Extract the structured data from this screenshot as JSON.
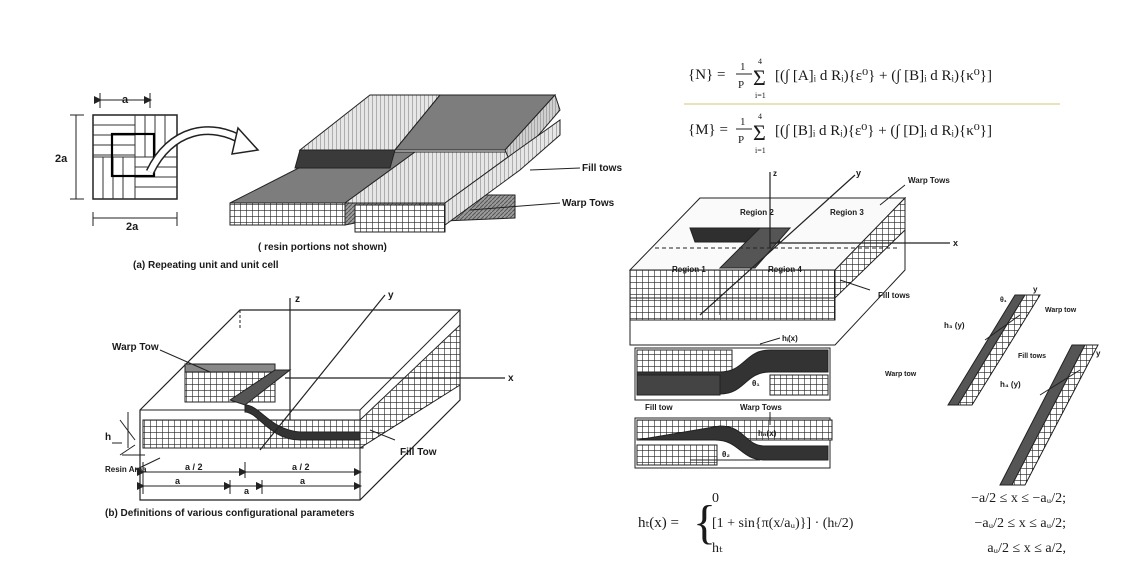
{
  "figure_a": {
    "dim_top": "a",
    "dim_side": "2a",
    "dim_bottom": "2a",
    "fill_tows": "Fill tows",
    "warp_tows": "Warp Tows",
    "note": "( resin portions not shown)",
    "caption": "(a) Repeating unit and unit cell"
  },
  "figure_b": {
    "warp_tow": "Warp Tow",
    "fill_tow": "Fill Tow",
    "resin_area": "Resin Area",
    "axis_z": "z",
    "axis_y": "y",
    "axis_x": "x",
    "h_label": "h",
    "dim_a_half_left": "a / 2",
    "dim_a_half_right": "a / 2",
    "dim_ag_left": "a",
    "dim_ag_right": "a",
    "dim_au": "a",
    "caption": "(b) Definitions of various configurational parameters"
  },
  "equations": {
    "n_lhs": "{N} =",
    "m_lhs": "{M} =",
    "frac_num": "1",
    "frac_den": "P",
    "sum_top": "4",
    "sum_bottom": "i=1",
    "n_body": "[(∫ [A]ᵢ d Rᵢ){ε⁰} + (∫ [B]ᵢ d Rᵢ){κ⁰}]",
    "m_body": "[(∫ [B]ᵢ d Rᵢ){ε⁰} + (∫ [D]ᵢ d Rᵢ){κ⁰}]"
  },
  "figure_c": {
    "axis_z": "z",
    "axis_y": "y",
    "axis_x": "x",
    "warp_tows": "Warp Tows",
    "region1": "Region 1",
    "region2": "Region 2",
    "region3": "Region 3",
    "region4": "Region 4",
    "fill_tows": "Fill tows"
  },
  "figure_d": {
    "hf_label": "hᵢ(x)",
    "theta1": "θ₁",
    "fill_tow": "Fill tow",
    "warp_tows": "Warp Tows",
    "h2_label": "hₙ(x)",
    "theta2": "θ₂"
  },
  "figure_e": {
    "h_top": "h₃ (y)",
    "theta": "θ₁",
    "y_top": "y",
    "warp_tow_top": "Warp tow",
    "fill_tows": "Fill tows",
    "y_mid": "y",
    "warp_tow_left": "Warp tow",
    "h_bottom": "h₄ (y)"
  },
  "piecewise": {
    "lhs": "hₜ(x) =",
    "case1_expr": "0",
    "case1_cond": "−a/2 ≤ x ≤ −aᵤ/2;",
    "case2_expr": "[1 + sin{π(x/aᵤ)}] · (hₜ/2)",
    "case2_cond": "−aᵤ/2 ≤ x ≤ aᵤ/2;",
    "case3_expr": "hₜ",
    "case3_cond": "aᵤ/2 ≤ x ≤ a/2,"
  }
}
